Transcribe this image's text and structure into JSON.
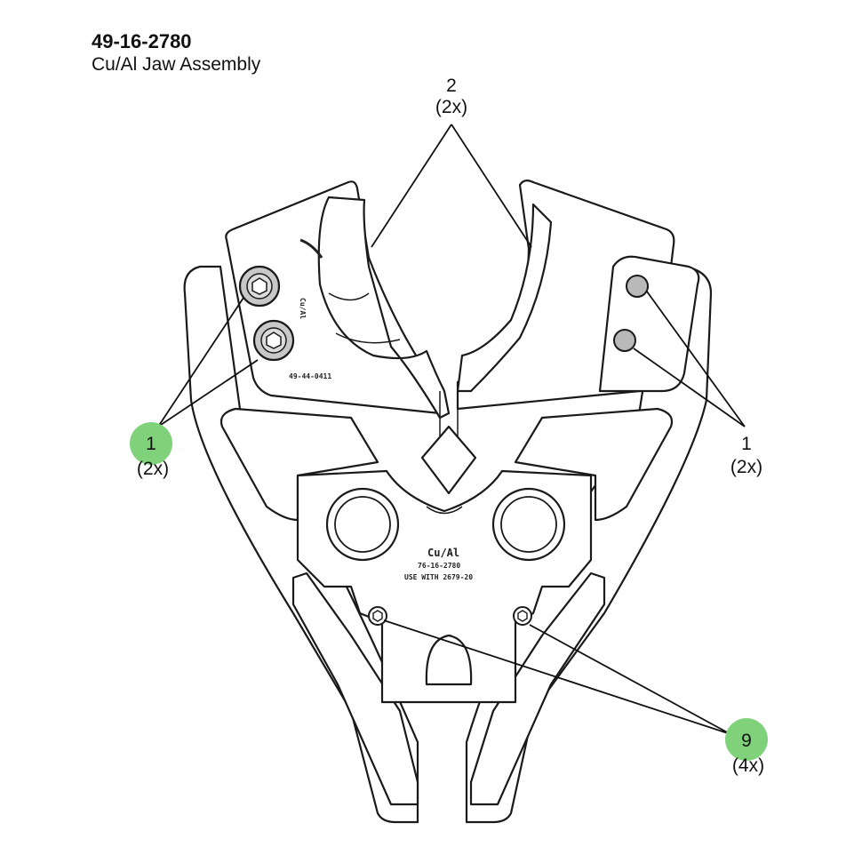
{
  "header": {
    "part_number": "49-16-2780",
    "part_name": "Cu/Al Jaw Assembly"
  },
  "callouts": [
    {
      "id": "callout-1-left",
      "number": "1",
      "qty": "(2x)",
      "highlighted": true
    },
    {
      "id": "callout-2",
      "number": "2",
      "qty": "(2x)",
      "highlighted": false
    },
    {
      "id": "callout-1-right",
      "number": "1",
      "qty": "(2x)",
      "highlighted": false
    },
    {
      "id": "callout-9",
      "number": "9",
      "qty": "(4x)",
      "highlighted": true
    }
  ],
  "stamps": {
    "jaw_code": "49-44-0411",
    "jaw_material": "Cu/Al",
    "block_material": "Cu/Al",
    "block_code": "76-16-2780",
    "block_use": "USE WITH 2679-20"
  },
  "colors": {
    "highlight": "#7fd17a",
    "line": "#1a1a1a",
    "background": "#ffffff"
  }
}
